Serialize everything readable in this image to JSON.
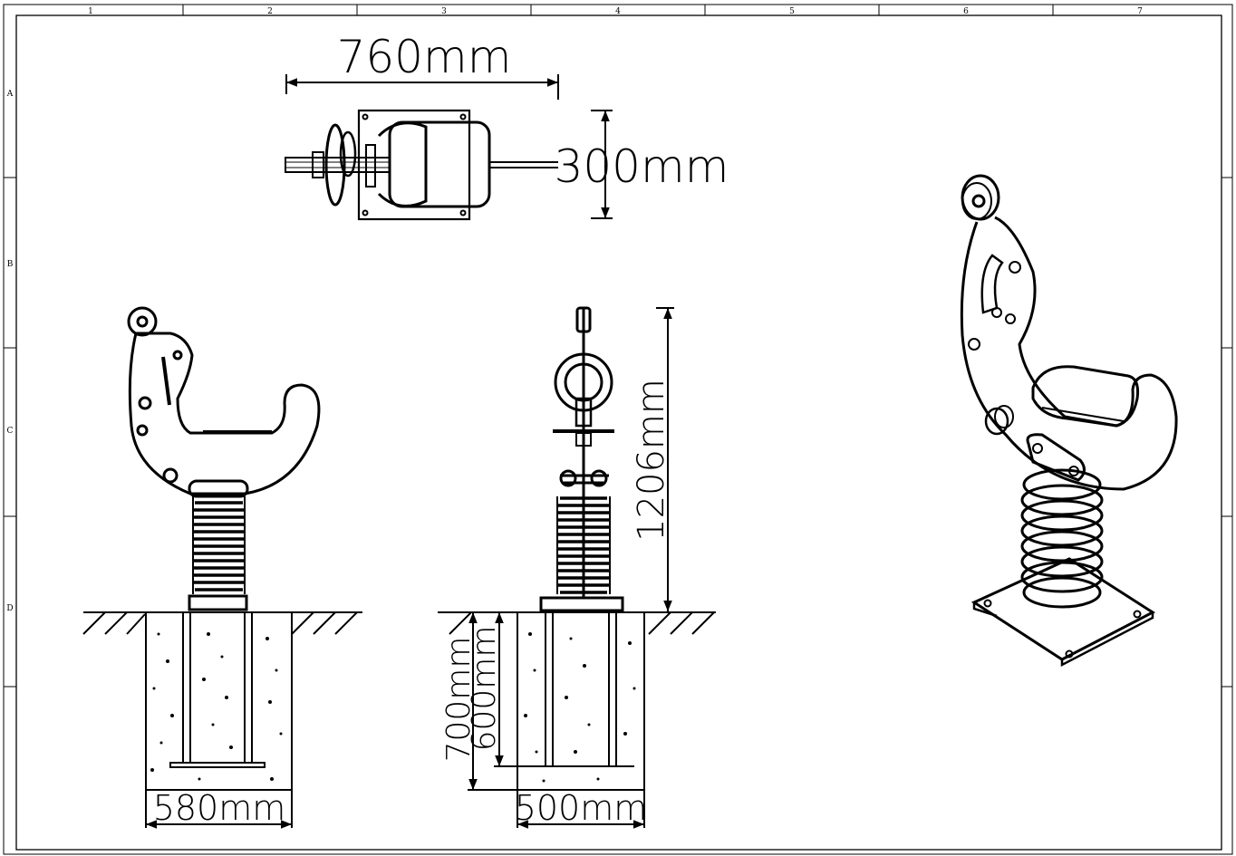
{
  "frame": {
    "columns": [
      "1",
      "2",
      "3",
      "4",
      "5",
      "6",
      "7"
    ],
    "rows": [
      "A",
      "B",
      "C",
      "D"
    ]
  },
  "dimensions": {
    "top_width": "760mm",
    "top_depth": "300mm",
    "height": "1206mm",
    "footing_depth": "700mm",
    "post_depth": "600mm",
    "footing_side_width": "580mm",
    "footing_front_width": "500mm"
  },
  "colors": {
    "line": "#000000",
    "background": "#ffffff"
  }
}
